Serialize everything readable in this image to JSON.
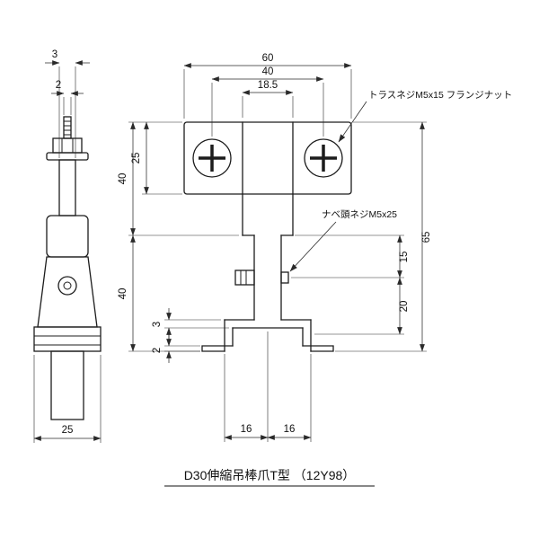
{
  "title": "D30伸縮吊棒爪T型 （12Y98）",
  "labels": {
    "truss_screw": "トラスネジM5x15 フランジナット",
    "pan_head_screw": "ナベ頭ネジM5x25"
  },
  "side_view_dims": {
    "tab_thickness": "3",
    "rod_width": "2",
    "base_width": "25"
  },
  "front_view_dims": {
    "plate_width": "60",
    "screw_pitch": "40",
    "stem_width": "18.5",
    "plate_height": "25",
    "upper_height": "40",
    "lower_height": "40",
    "claw_plate_thickness": "3",
    "lip_thickness": "2",
    "overall_height": "65",
    "joint_to_screw": "15",
    "screw_to_claw": "20",
    "claw_left_half": "16",
    "claw_right_half": "16"
  }
}
